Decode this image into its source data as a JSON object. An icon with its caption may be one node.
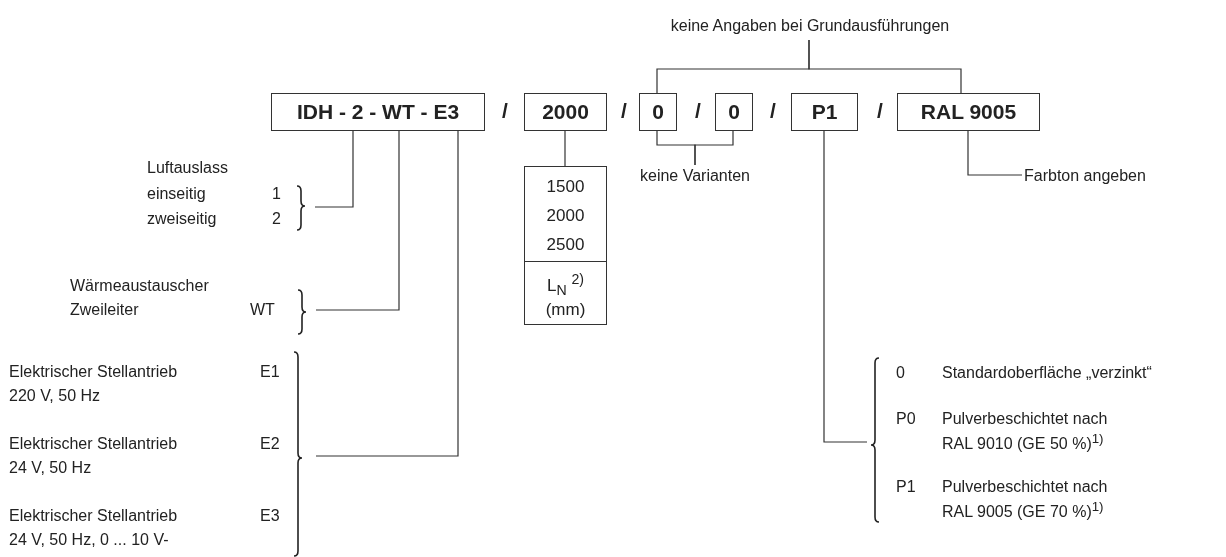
{
  "diagram": {
    "nodes": [
      {
        "text": [
          "IDH - 2 - WT - E3"
        ]
      },
      {
        "text": [
          "2000"
        ]
      },
      {
        "text": [
          "0"
        ]
      },
      {
        "text": [
          "0"
        ]
      },
      {
        "text": [
          "P1"
        ]
      },
      {
        "text": [
          "RAL 9005"
        ]
      },
      {
        "text": [
          "keine Angaben bei Grundausführungen"
        ]
      },
      {
        "text": [
          "Luftauslass",
          "einseitig",
          "1",
          "zweiseitig",
          "2"
        ]
      },
      {
        "text": [
          "Wärmeaustauscher",
          "Zweileiter",
          "WT"
        ]
      },
      {
        "text": [
          "Elektrischer Stellantrieb",
          "E1",
          "220 V, 50 Hz",
          "Elektrischer Stellantrieb",
          "E2",
          "24 V, 50 Hz",
          "Elektrischer Stellantrieb",
          "E3",
          "24 V, 50 Hz, 0 ... 10 V-"
        ]
      },
      {
        "text": [
          "1500",
          "2000",
          "2500",
          "L$_{N}$ $^{2)}$ (mm)"
        ]
      },
      {
        "text": [
          "keine Varianten"
        ]
      },
      {
        "text": [
          "Farbton angeben"
        ]
      },
      {
        "text": [
          "0",
          "Standardoberfläche „verzinkt“",
          "P0",
          "Pulverbeschichtet nach RAL 9010 (GE 50 %)$^{1)}$",
          "P1",
          "Pulverbeschichtet nach RAL 9005 (GE 70 %)$^{1)}$"
        ]
      }
    ],
    "edges": [
      {
        "from": 0,
        "to": 7,
        "arrow": "none"
      },
      {
        "from": 0,
        "to": 8,
        "arrow": "none"
      },
      {
        "from": 0,
        "to": 9,
        "arrow": "none"
      },
      {
        "from": 1,
        "to": 10,
        "arrow": "none"
      },
      {
        "from": 6,
        "to": 2,
        "arrow": "none"
      },
      {
        "from": 6,
        "to": 5,
        "arrow": "none"
      },
      {
        "from": 2,
        "to": 11,
        "arrow": "none"
      },
      {
        "from": 3,
        "to": 11,
        "arrow": "none"
      },
      {
        "from": 4,
        "to": 13,
        "arrow": "none"
      },
      {
        "from": 5,
        "to": 12,
        "arrow": "none"
      }
    ],
    "labels": [
      "/",
      "/",
      "/",
      "/",
      "/"
    ]
  }
}
